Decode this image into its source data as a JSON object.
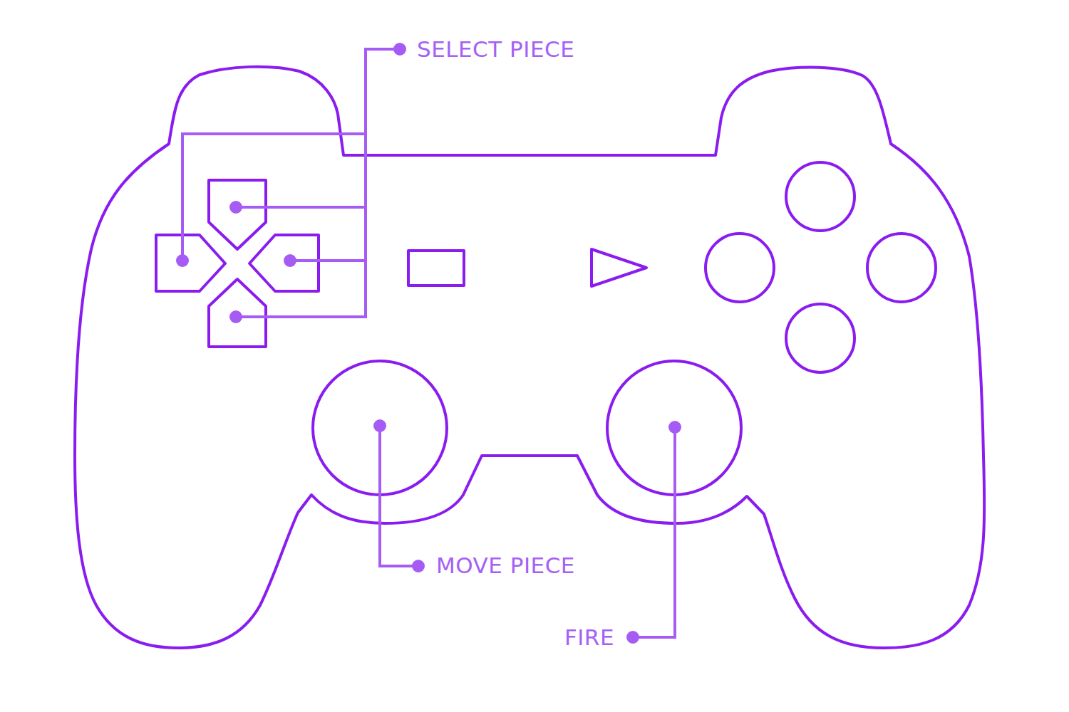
{
  "diagram": {
    "labels": [
      "SELECT PIECE",
      "MOVE PIECE",
      "FIRE"
    ]
  }
}
